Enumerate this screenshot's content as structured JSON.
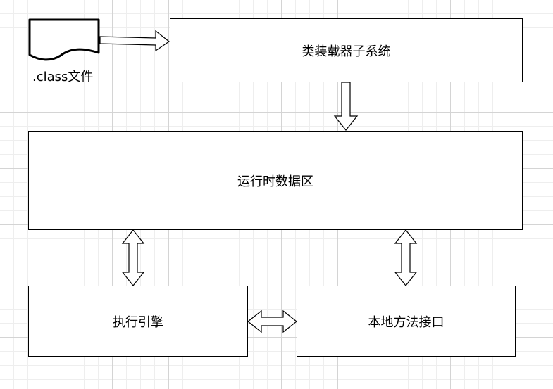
{
  "diagram": {
    "document_label": ".class文件",
    "nodes": {
      "loader": "类装载器子系统",
      "runtime": "运行时数据区",
      "engine": "执行引擎",
      "native": "本地方法接口"
    },
    "edges": [
      {
        "from": "document",
        "to": "loader",
        "direction": "one-way"
      },
      {
        "from": "loader",
        "to": "runtime",
        "direction": "one-way"
      },
      {
        "from": "runtime",
        "to": "engine",
        "direction": "two-way"
      },
      {
        "from": "runtime",
        "to": "native",
        "direction": "two-way"
      },
      {
        "from": "engine",
        "to": "native",
        "direction": "two-way"
      }
    ]
  }
}
